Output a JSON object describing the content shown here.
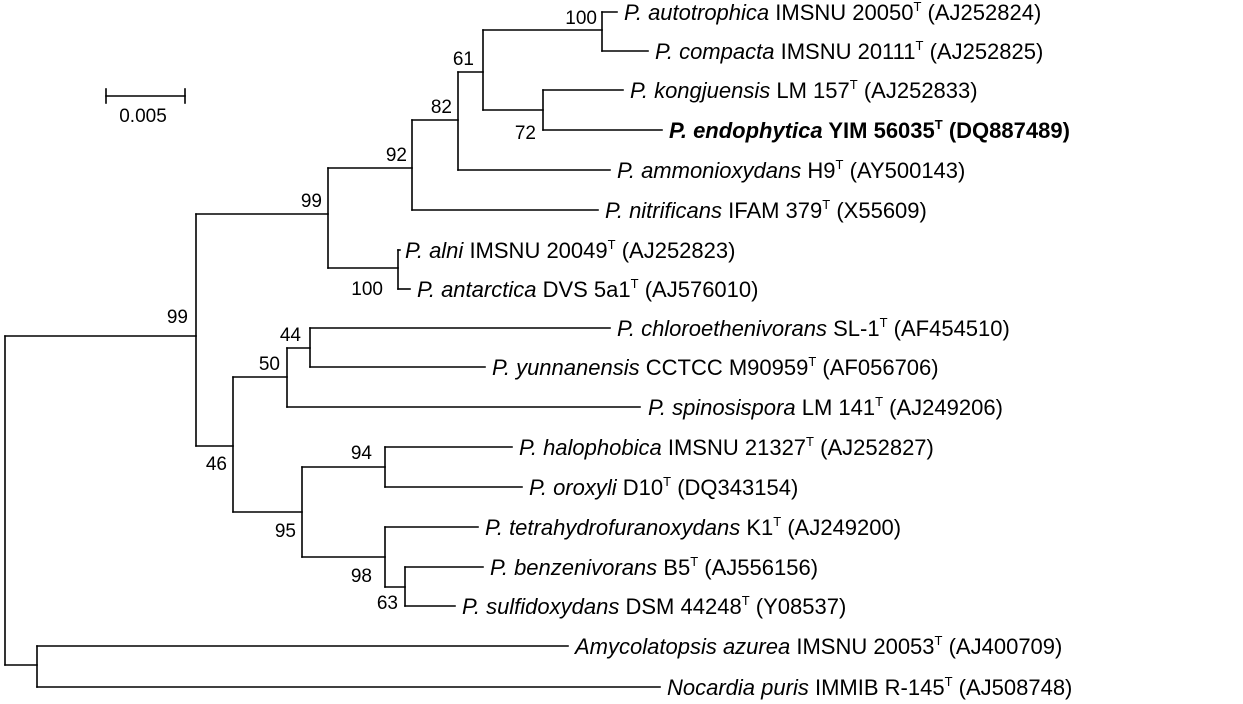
{
  "scale_bar": {
    "label": "0.005"
  },
  "bootstrap": [
    {
      "id": "b100a",
      "value": "100"
    },
    {
      "id": "b61",
      "value": "61"
    },
    {
      "id": "b82",
      "value": "82"
    },
    {
      "id": "b72",
      "value": "72"
    },
    {
      "id": "b92",
      "value": "92"
    },
    {
      "id": "b99a",
      "value": "99"
    },
    {
      "id": "b100b",
      "value": "100"
    },
    {
      "id": "b99b",
      "value": "99"
    },
    {
      "id": "b44",
      "value": "44"
    },
    {
      "id": "b50",
      "value": "50"
    },
    {
      "id": "b46",
      "value": "46"
    },
    {
      "id": "b94",
      "value": "94"
    },
    {
      "id": "b95",
      "value": "95"
    },
    {
      "id": "b98",
      "value": "98"
    },
    {
      "id": "b63",
      "value": "63"
    }
  ],
  "taxa": [
    {
      "species": "P. autotrophica",
      "strain": "IMSNU 20050",
      "sup": "T",
      "accession": "(AJ252824)",
      "bold": false
    },
    {
      "species": "P. compacta",
      "strain": "IMSNU 20111",
      "sup": "T",
      "accession": "(AJ252825)",
      "bold": false
    },
    {
      "species": "P. kongjuensis",
      "strain": "LM 157",
      "sup": "T",
      "accession": "(AJ252833)",
      "bold": false
    },
    {
      "species": "P. endophytica",
      "strain": "YIM 56035",
      "sup": "T",
      "accession": "(DQ887489)",
      "bold": true
    },
    {
      "species": "P. ammonioxydans",
      "strain": "H9",
      "sup": "T",
      "accession": "(AY500143)",
      "bold": false
    },
    {
      "species": "P. nitrificans",
      "strain": "IFAM 379",
      "sup": "T",
      "accession": "(X55609)",
      "bold": false
    },
    {
      "species": "P. alni",
      "strain": "IMSNU 20049",
      "sup": "T",
      "accession": "(AJ252823)",
      "bold": false
    },
    {
      "species": "P. antarctica",
      "strain": "DVS 5a1",
      "sup": "T",
      "accession": "(AJ576010)",
      "bold": false
    },
    {
      "species": "P. chloroethenivorans",
      "strain": "SL-1",
      "sup": "T",
      "accession": "(AF454510)",
      "bold": false
    },
    {
      "species": "P. yunnanensis",
      "strain": "CCTCC M90959",
      "sup": "T",
      "accession": "(AF056706)",
      "bold": false
    },
    {
      "species": "P. spinosispora",
      "strain": "LM 141",
      "sup": "T",
      "accession": "(AJ249206)",
      "bold": false
    },
    {
      "species": "P. halophobica",
      "strain": "IMSNU 21327",
      "sup": "T",
      "accession": "(AJ252827)",
      "bold": false
    },
    {
      "species": "P. oroxyli",
      "strain": "D10",
      "sup": "T",
      "accession": "(DQ343154)",
      "bold": false
    },
    {
      "species": "P. tetrahydrofuranoxydans",
      "strain": "K1",
      "sup": "T",
      "accession": "(AJ249200)",
      "bold": false
    },
    {
      "species": "P. benzenivorans",
      "strain": "B5",
      "sup": "T",
      "accession": "(AJ556156)",
      "bold": false
    },
    {
      "species": "P. sulfidoxydans",
      "strain": "DSM 44248",
      "sup": "T",
      "accession": "(Y08537)",
      "bold": false
    },
    {
      "species": "Amycolatopsis azurea",
      "strain": "IMSNU 20053",
      "sup": "T",
      "accession": "(AJ400709)",
      "bold": false
    },
    {
      "species": "Nocardia puris",
      "strain": "IMMIB R-145",
      "sup": "T",
      "accession": "(AJ508748)",
      "bold": false
    }
  ]
}
